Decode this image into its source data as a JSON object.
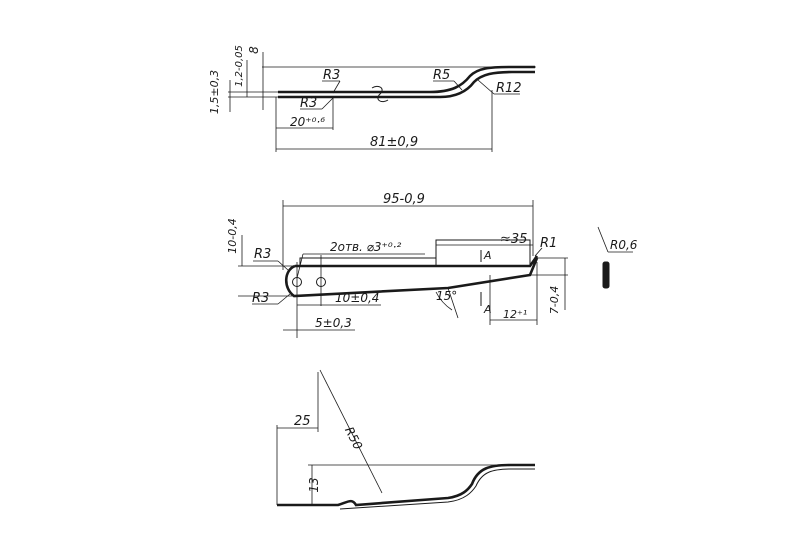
{
  "view_top": {
    "dim_thickness": "1,5±0,3",
    "dim_step": "1,2-0,05",
    "dim_height": "8",
    "radius_bend_left_upper": "R3",
    "radius_bend_left_lower": "R3",
    "radius_bend_right_upper": "R5",
    "radius_bend_right_lower": "R12",
    "dim_length_short": "20⁺⁰·⁶",
    "dim_length_long": "81±0,9"
  },
  "view_plan": {
    "dim_total_length": "95-0,9",
    "dim_width_left": "10-0,4",
    "holes_note": "2отв. ⌀3⁺⁰·²",
    "dim_flat_length": "≈35",
    "radius_tip": "R1",
    "radius_corner_upper": "R3",
    "radius_corner_lower": "R3",
    "section_mark_top": "A",
    "section_mark_bottom": "A",
    "angle": "15°",
    "dim_hole_spacing": "10±0,4",
    "dim_hole_offset": "5±0,3",
    "dim_tip_length": "12⁺¹",
    "dim_width_right": "7-0,4"
  },
  "section_detail": {
    "radius_edge": "R0,6"
  },
  "view_bottom": {
    "dim_offset": "25",
    "radius_large": "R50",
    "dim_height": "13"
  }
}
